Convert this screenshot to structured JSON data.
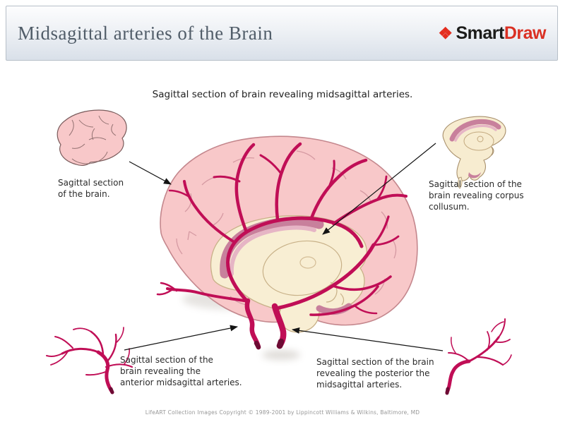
{
  "header": {
    "title": "Midsagittal arteries of the Brain",
    "logo": {
      "icon_name": "smartdraw-diamonds-icon",
      "icon_glyph": "❖",
      "brand_smart": "Smart",
      "brand_draw": "Draw"
    }
  },
  "subtitle": "Sagittal section of brain revealing midsagittal arteries.",
  "callouts": {
    "sagittal_brain": "Sagittal section\nof the brain.",
    "corpus_collusum": "Sagittal section of the\nbrain revealing corpus\ncollusum.",
    "anterior_arteries": "Sagittal section of the\nbrain revealing the\nanterior midsagittal arteries.",
    "posterior_arteries": "Sagittal section of the brain\nrevealing the posterior the\nmidsagittal arteries."
  },
  "footer": "LifeART Collection Images Copyright © 1989-2001 by Lippincott Williams & Wilkins, Baltimore, MD",
  "illustrations": [
    "main-brain-sagittal-illustration",
    "mini-brain-thumbnail",
    "mini-corpus-callosum-thumbnail",
    "anterior-arteries-thumbnail",
    "posterior-arteries-thumbnail"
  ],
  "colors": {
    "artery": "#c00e56",
    "artery_tip": "#6d0b34",
    "brain_fill": "#f8c8c9",
    "brain_outline": "#c4878d",
    "cream_fill": "#f8eed3",
    "cream_outline": "#c8b188",
    "crescent_dark": "#c8809c",
    "crescent_light": "#e6b5c5",
    "logo_red": "#da3023",
    "header_gradient_bottom": "#d9e0e9",
    "title_text": "#515d69"
  }
}
